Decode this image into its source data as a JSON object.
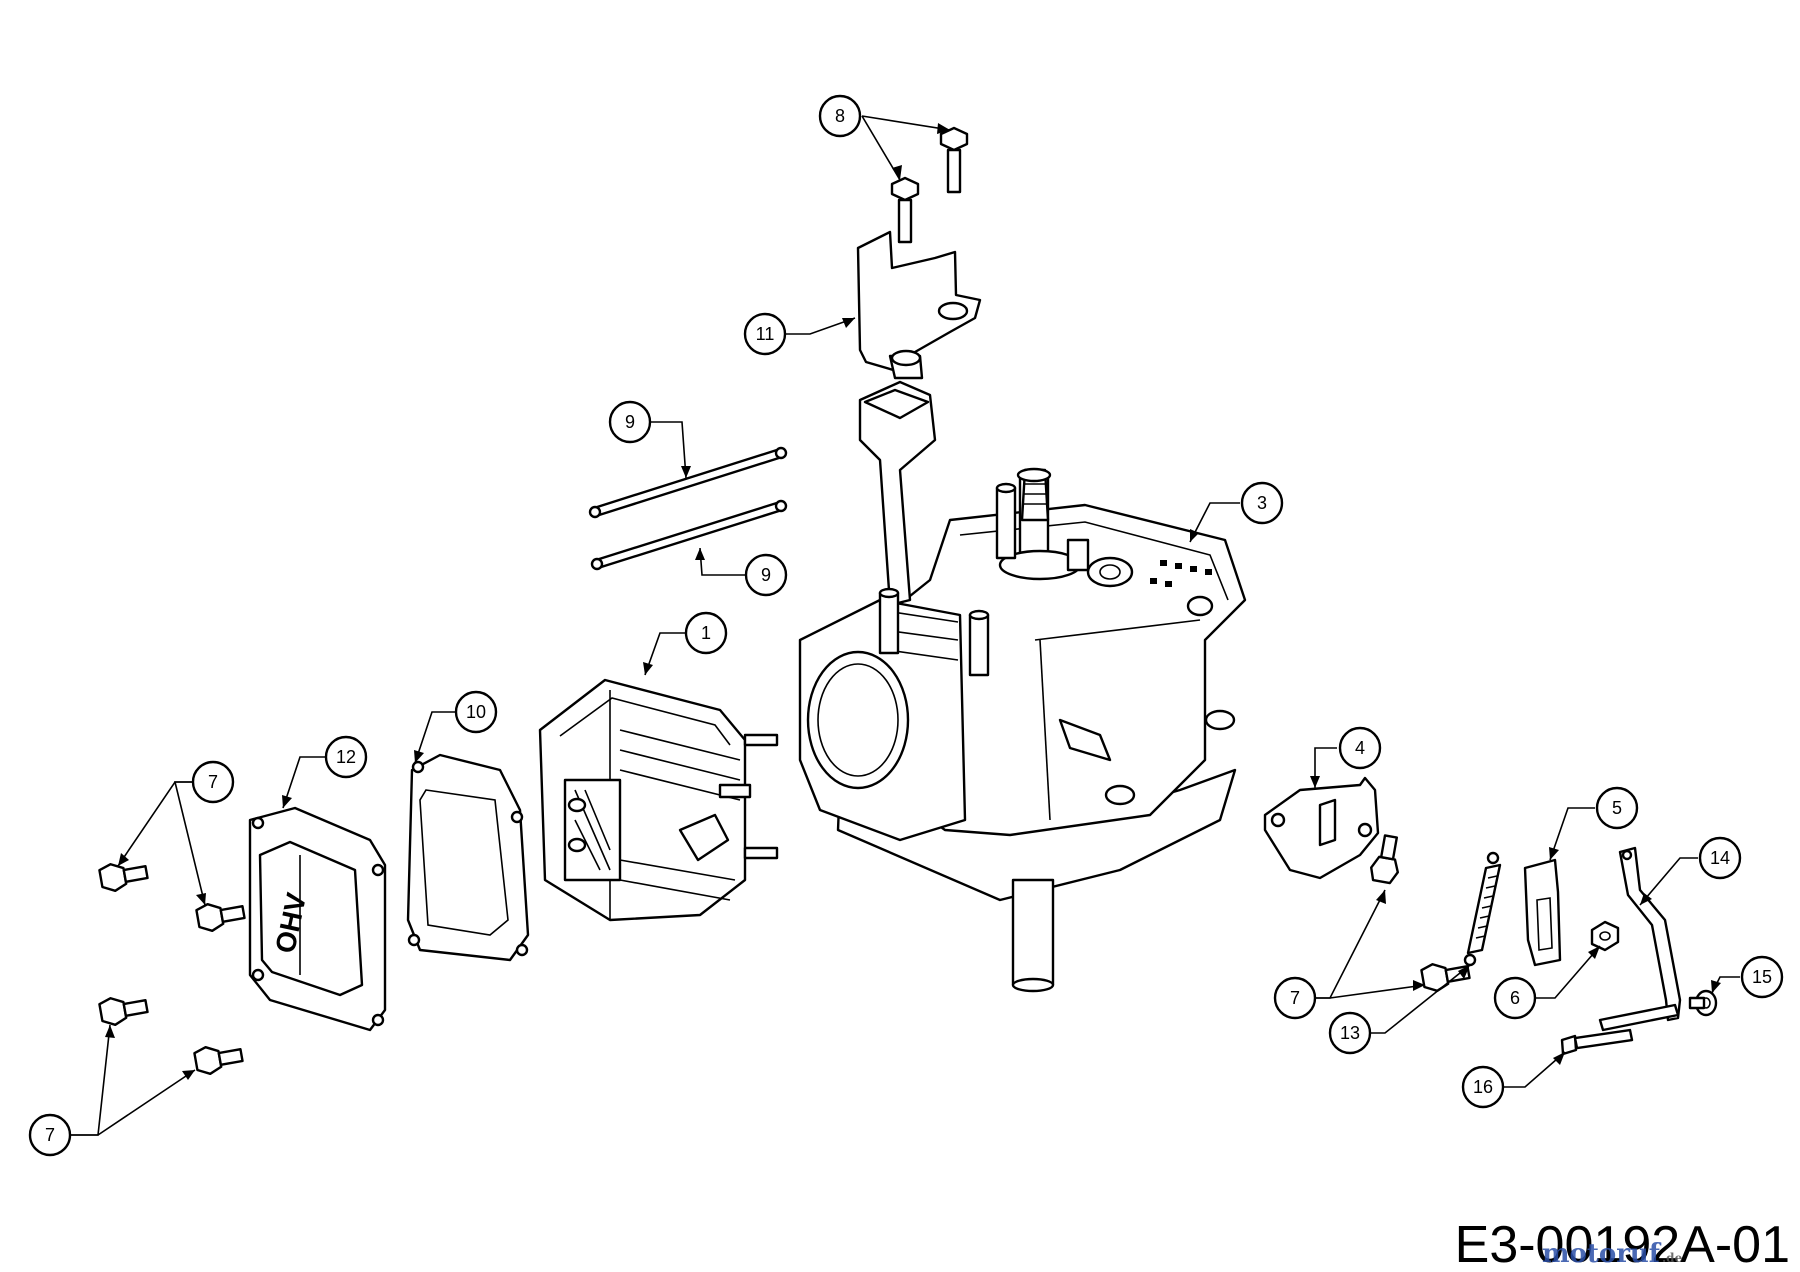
{
  "diagram": {
    "drawing_code": "E3-00192A-01",
    "watermark": "motoruf",
    "watermark_suffix": ".de",
    "callouts": [
      {
        "id": "c8",
        "label": "8"
      },
      {
        "id": "c11",
        "label": "11"
      },
      {
        "id": "c9a",
        "label": "9"
      },
      {
        "id": "c9b",
        "label": "9"
      },
      {
        "id": "c3",
        "label": "3"
      },
      {
        "id": "c1",
        "label": "1"
      },
      {
        "id": "c10",
        "label": "10"
      },
      {
        "id": "c12",
        "label": "12"
      },
      {
        "id": "c7a",
        "label": "7"
      },
      {
        "id": "c7b",
        "label": "7"
      },
      {
        "id": "c7c",
        "label": "7"
      },
      {
        "id": "c4",
        "label": "4"
      },
      {
        "id": "c5",
        "label": "5"
      },
      {
        "id": "c14",
        "label": "14"
      },
      {
        "id": "c15",
        "label": "15"
      },
      {
        "id": "c6",
        "label": "6"
      },
      {
        "id": "c13",
        "label": "13"
      },
      {
        "id": "c16",
        "label": "16"
      }
    ],
    "valve_cover_text": "OHV",
    "colors": {
      "line": "#000000",
      "background": "#ffffff",
      "watermark_colors": [
        "#2b4fa8",
        "#c8282d",
        "#e8a61c",
        "#2b9a3f",
        "#6a3aa0"
      ]
    }
  }
}
